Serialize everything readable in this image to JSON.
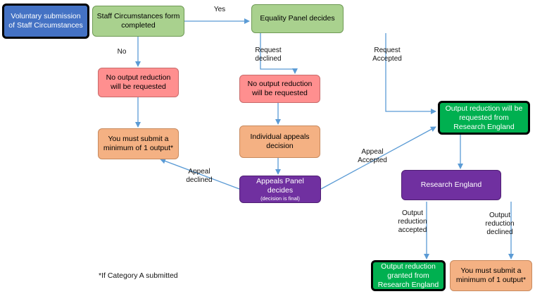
{
  "nodes": {
    "voluntary": {
      "text": "Voluntary submission of Staff Circumstances",
      "fill": "#4472c4",
      "color": "#ffffff",
      "border": "#000000"
    },
    "staff_form": {
      "text": "Staff Circumstances form completed",
      "fill": "#a9d18e",
      "color": "#000000",
      "border": "#6f9a55"
    },
    "equality_panel": {
      "text": "Equality Panel decides",
      "fill": "#a9d18e",
      "color": "#000000",
      "border": "#6f9a55"
    },
    "no_reduction_left": {
      "text": "No output reduction will be requested",
      "fill": "#ff8f8f",
      "color": "#000000",
      "border": "#c86a6a"
    },
    "no_reduction_mid": {
      "text": "No output reduction will be requested",
      "fill": "#ff8f8f",
      "color": "#000000",
      "border": "#c86a6a"
    },
    "min_output_left": {
      "text": "You must submit a minimum of 1 output*",
      "fill": "#f4b183",
      "color": "#000000",
      "border": "#c88a5e"
    },
    "individual_appeals": {
      "text": "Individual appeals decision",
      "fill": "#f4b183",
      "color": "#000000",
      "border": "#c88a5e"
    },
    "appeals_panel": {
      "text": "Appeals Panel decides",
      "subtext": "(decision is final)",
      "fill": "#7030a0",
      "color": "#ffffff",
      "border": "#4f1f73"
    },
    "requested_re": {
      "text": "Output reduction will be requested from Research England",
      "fill": "#00b050",
      "color": "#ffffff",
      "border": "#000000"
    },
    "research_england": {
      "text": "Research England",
      "fill": "#7030a0",
      "color": "#ffffff",
      "border": "#4f1f73"
    },
    "granted_re": {
      "text": "Output reduction granted from Research England",
      "fill": "#00b050",
      "color": "#ffffff",
      "border": "#000000"
    },
    "min_output_right": {
      "text": "You must submit a minimum of 1 output*",
      "fill": "#f4b183",
      "color": "#000000",
      "border": "#c88a5e"
    }
  },
  "edge_labels": {
    "yes": "Yes",
    "no": "No",
    "request_declined": "Request declined",
    "request_accepted": "Request Accepted",
    "appeal_declined": "Appeal declined",
    "appeal_accepted": "Appeal Accepted",
    "reduction_accepted": "Output reduction accepted",
    "reduction_declined": "Output reduction declined"
  },
  "footnote": "*If Category A submitted",
  "colors": {
    "arrow": "#5b9bd5"
  }
}
